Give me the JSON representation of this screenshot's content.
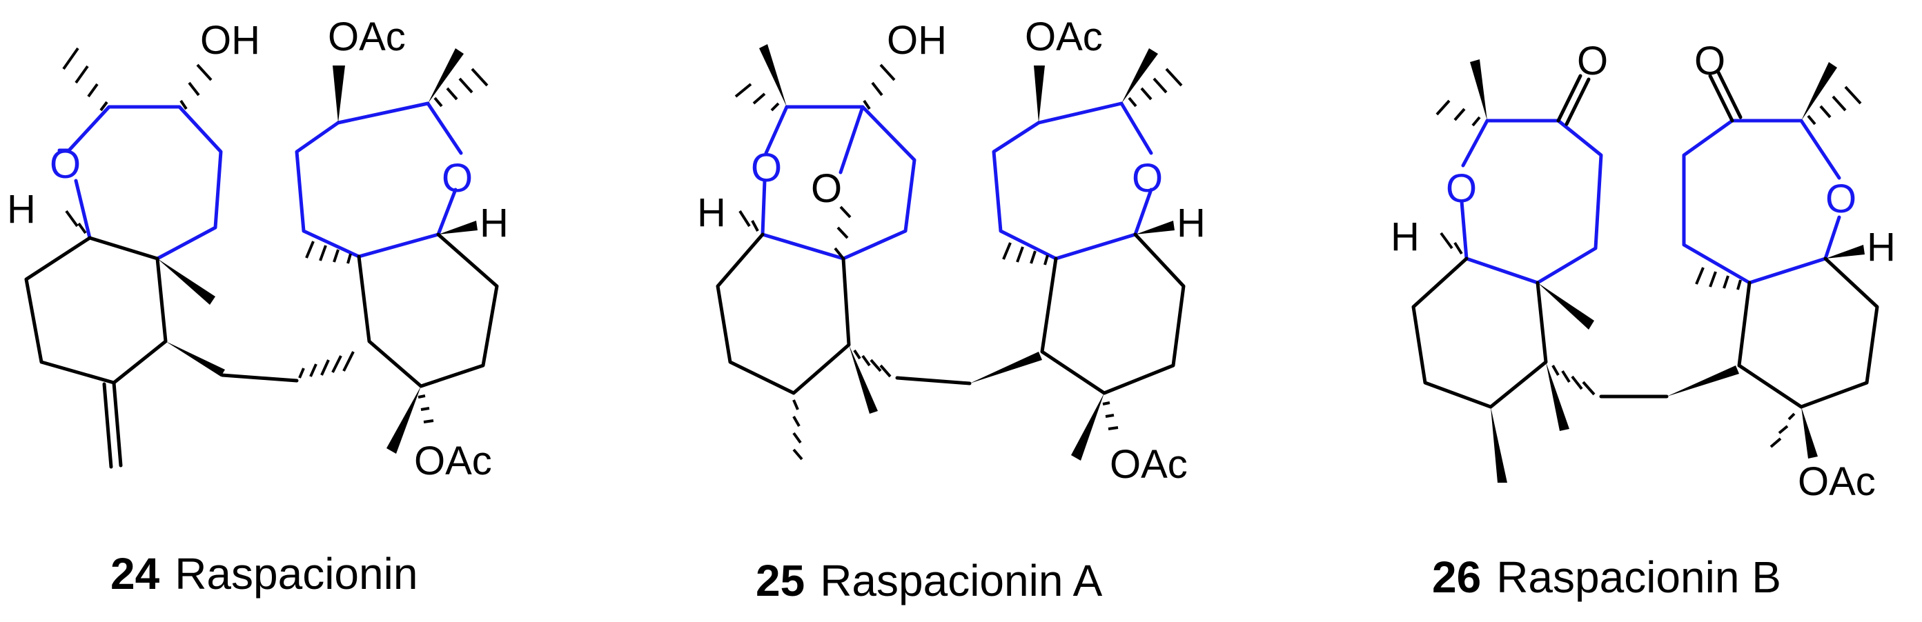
{
  "colors": {
    "ring_bond": "#1818f0",
    "bond": "#000000",
    "text": "#000000"
  },
  "compounds": [
    {
      "number": "24",
      "name": "Raspacionin",
      "labels": {
        "oh": "OH",
        "oac_top": "OAc",
        "oac_bottom": "OAc",
        "o_left": "O",
        "o_right": "O",
        "h_left": "H",
        "h_right": "H"
      }
    },
    {
      "number": "25",
      "name": "Raspacionin A",
      "labels": {
        "oh": "OH",
        "oac_top": "OAc",
        "oac_bottom": "OAc",
        "o_left": "O",
        "o_bridge": "O",
        "o_right": "O",
        "h_left": "H",
        "h_right": "H"
      }
    },
    {
      "number": "26",
      "name": "Raspacionin B",
      "labels": {
        "keto_left": "O",
        "keto_right": "O",
        "oac_bottom": "OAc",
        "o_left": "O",
        "o_right": "O",
        "h_left": "H",
        "h_right": "H"
      }
    }
  ]
}
